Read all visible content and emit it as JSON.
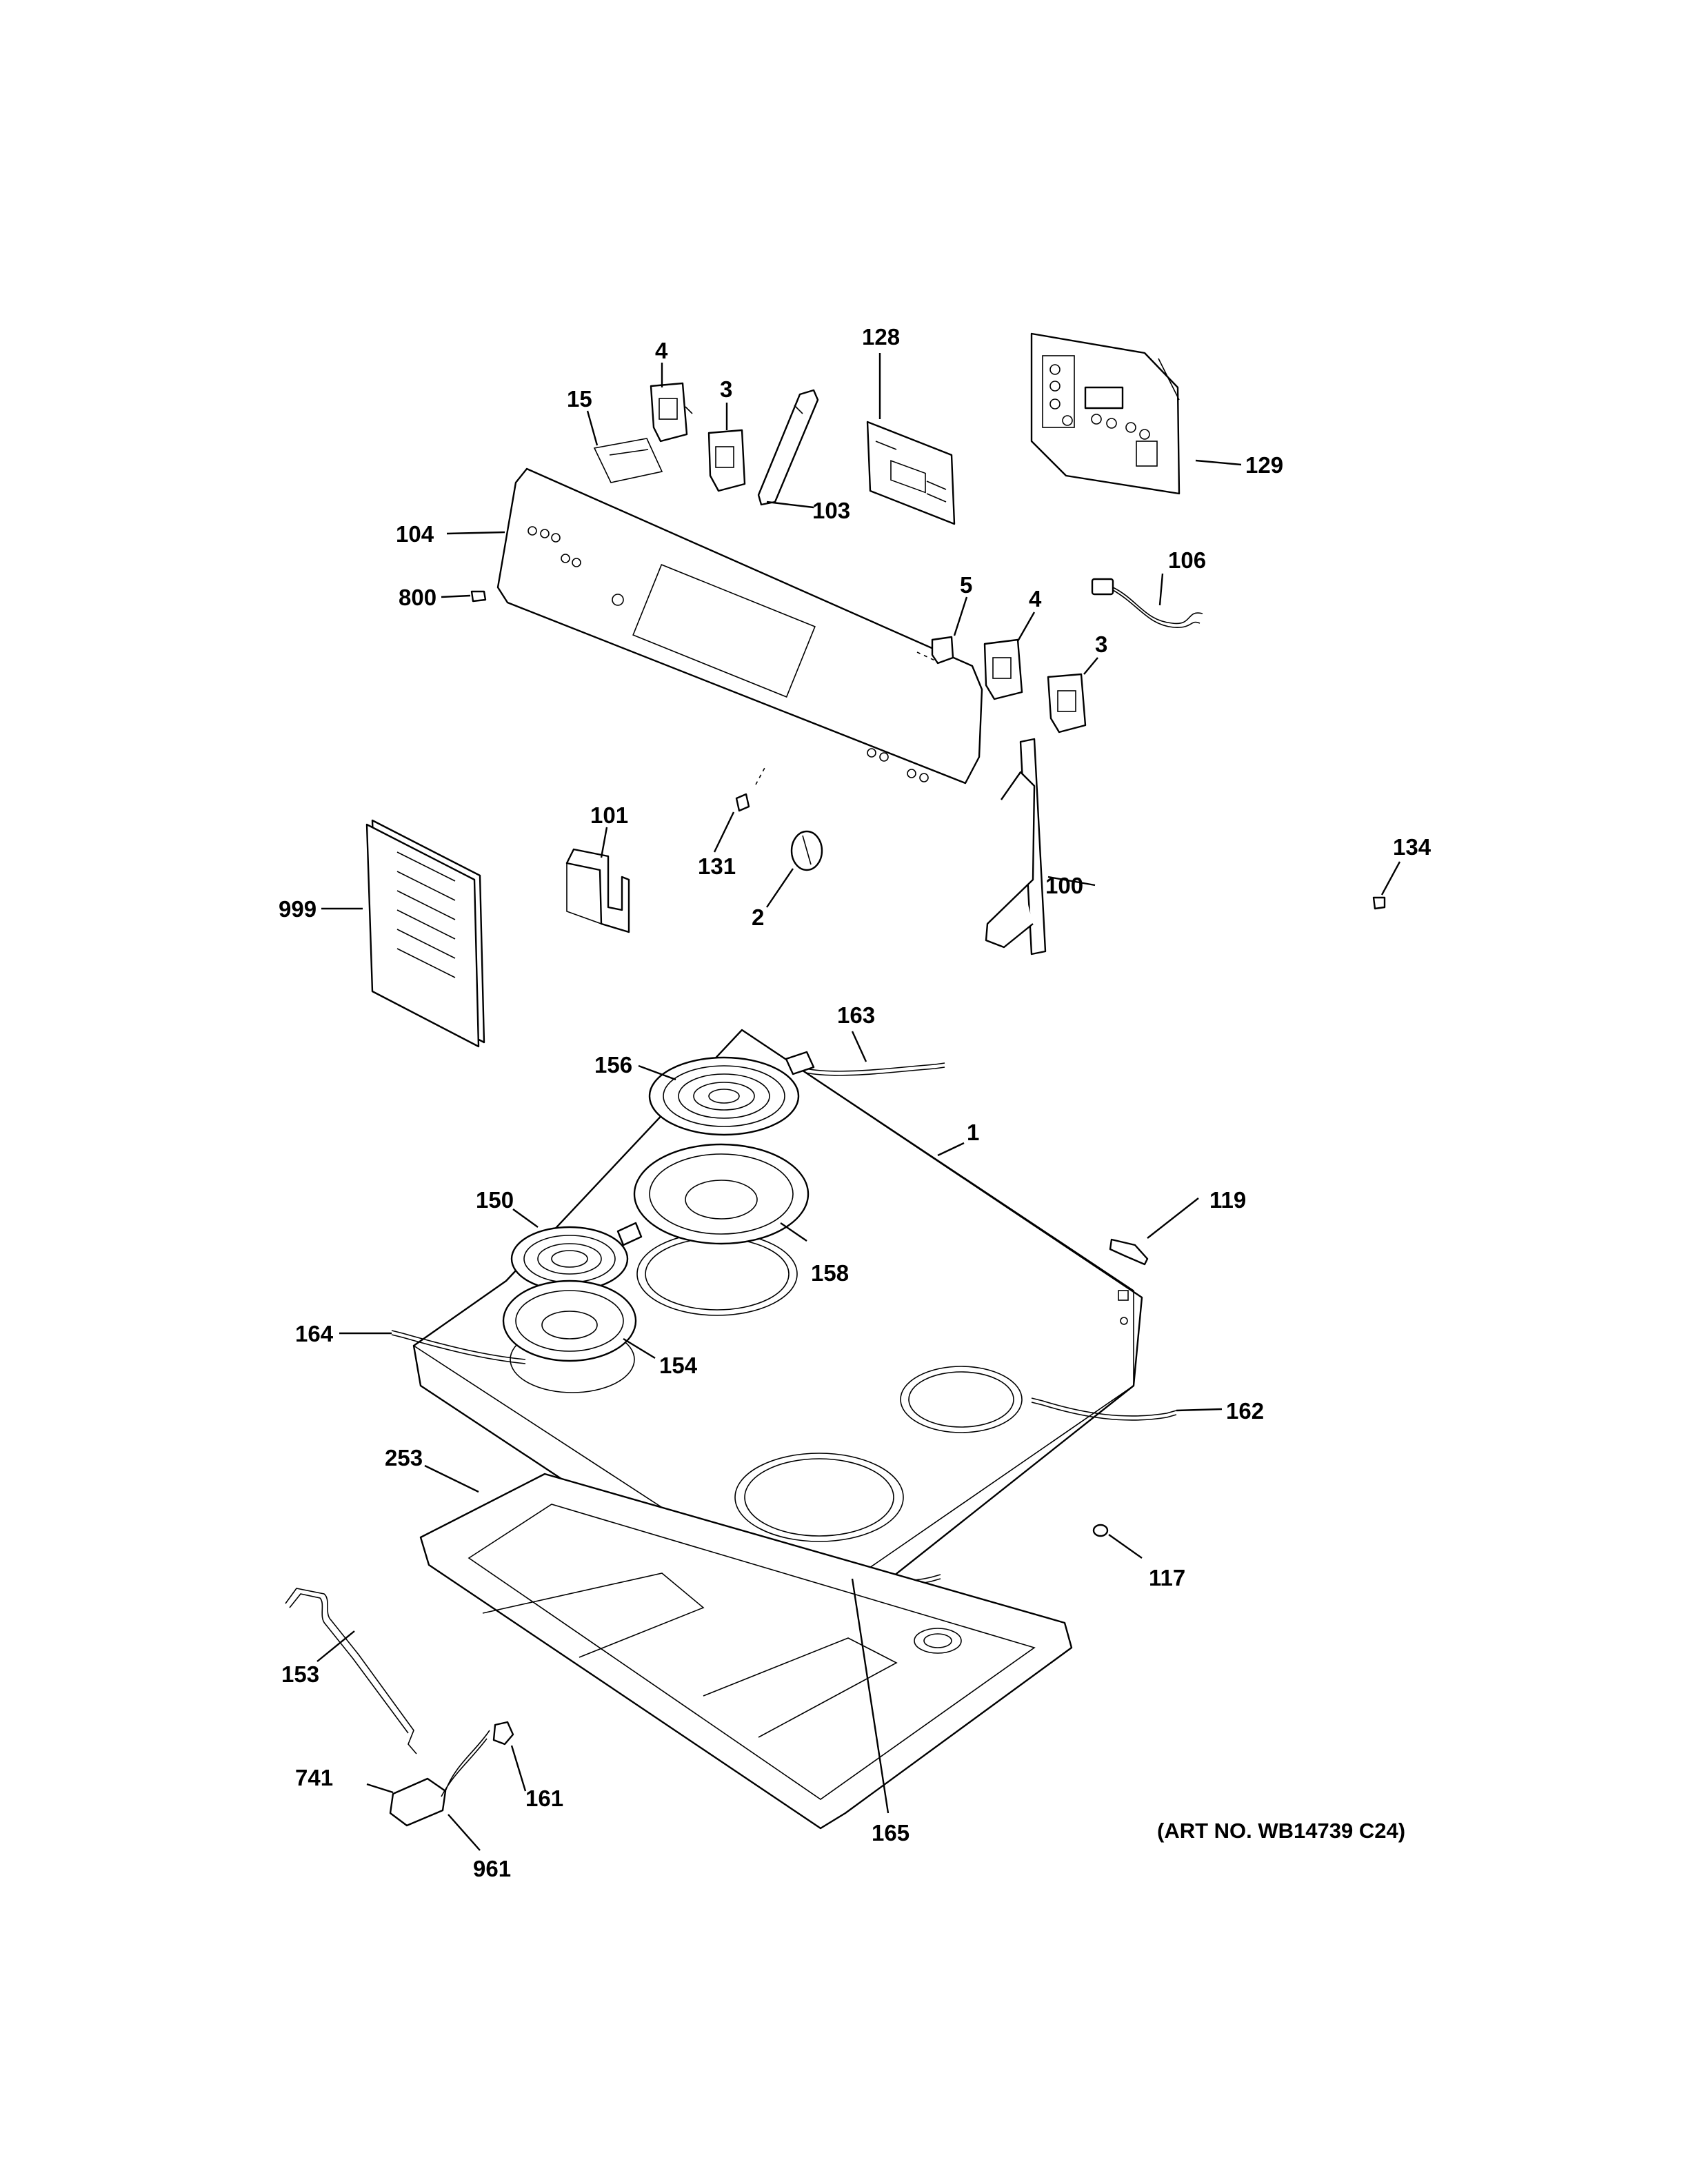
{
  "diagram": {
    "parts": [
      {
        "id": "4a",
        "label": "4"
      },
      {
        "id": "3a",
        "label": "3"
      },
      {
        "id": "15",
        "label": "15"
      },
      {
        "id": "128",
        "label": "128"
      },
      {
        "id": "129",
        "label": "129"
      },
      {
        "id": "104",
        "label": "104"
      },
      {
        "id": "103",
        "label": "103"
      },
      {
        "id": "800",
        "label": "800"
      },
      {
        "id": "106",
        "label": "106"
      },
      {
        "id": "5",
        "label": "5"
      },
      {
        "id": "4b",
        "label": "4"
      },
      {
        "id": "3b",
        "label": "3"
      },
      {
        "id": "101",
        "label": "101"
      },
      {
        "id": "131",
        "label": "131"
      },
      {
        "id": "100",
        "label": "100"
      },
      {
        "id": "134",
        "label": "134"
      },
      {
        "id": "999",
        "label": "999"
      },
      {
        "id": "2",
        "label": "2"
      },
      {
        "id": "163",
        "label": "163"
      },
      {
        "id": "156",
        "label": "156"
      },
      {
        "id": "1",
        "label": "1"
      },
      {
        "id": "119",
        "label": "119"
      },
      {
        "id": "150",
        "label": "150"
      },
      {
        "id": "158",
        "label": "158"
      },
      {
        "id": "164",
        "label": "164"
      },
      {
        "id": "154",
        "label": "154"
      },
      {
        "id": "162",
        "label": "162"
      },
      {
        "id": "253",
        "label": "253"
      },
      {
        "id": "117",
        "label": "117"
      },
      {
        "id": "153",
        "label": "153"
      },
      {
        "id": "741",
        "label": "741"
      },
      {
        "id": "161",
        "label": "161"
      },
      {
        "id": "165",
        "label": "165"
      },
      {
        "id": "961",
        "label": "961"
      }
    ],
    "art_number": "(ART NO. WB14739 C24)"
  }
}
